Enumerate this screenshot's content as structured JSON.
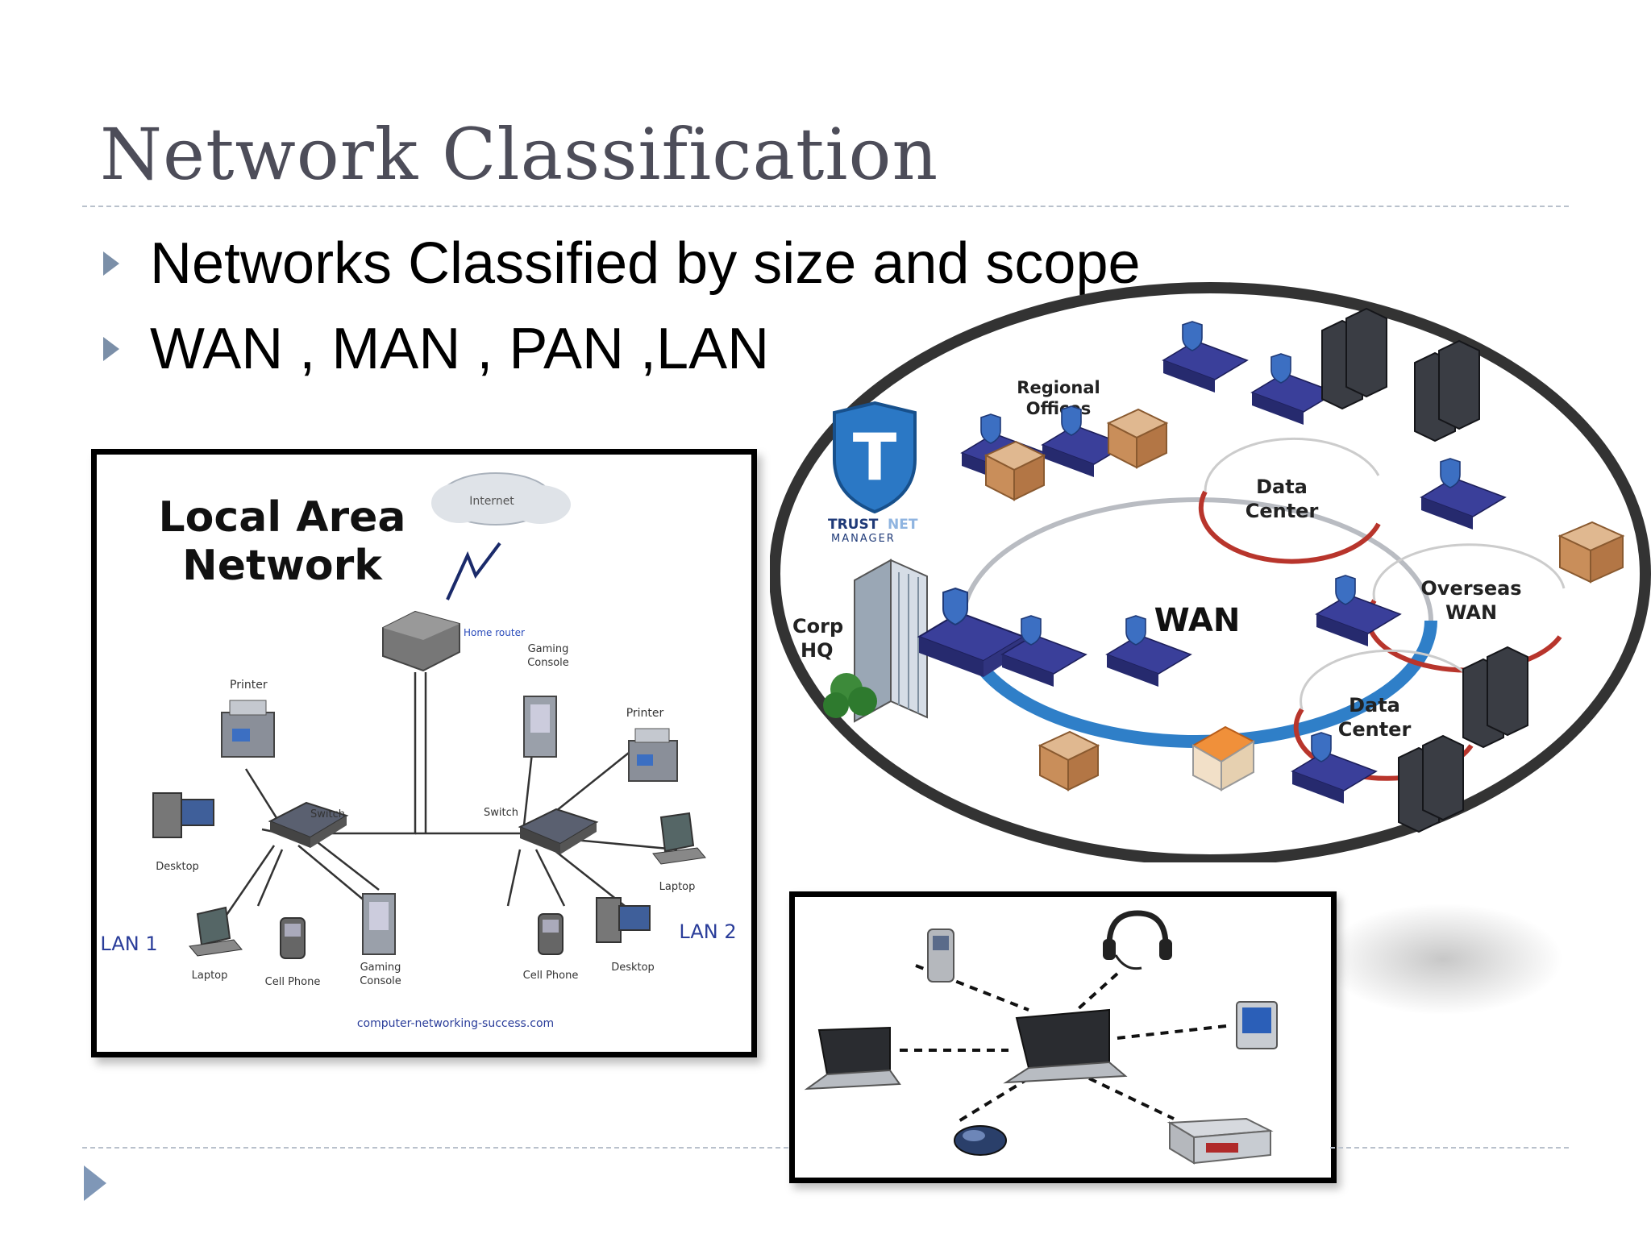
{
  "slide": {
    "title": "Network Classification",
    "bullets": [
      "Networks Classified by size and scope",
      "WAN , MAN , PAN ,LAN"
    ]
  },
  "lan_diagram": {
    "title_line1": "Local Area",
    "title_line2": "Network",
    "internet": "Internet",
    "router": "Home router",
    "gaming_console_top_1": "Gaming",
    "gaming_console_top_2": "Console",
    "printer_left": "Printer",
    "printer_right": "Printer",
    "switch_left": "Switch",
    "switch_right": "Switch",
    "desktop_left": "Desktop",
    "laptop_right": "Laptop",
    "lan1": "LAN 1",
    "lan2": "LAN 2",
    "laptop_left": "Laptop",
    "cell_phone_left": "Cell Phone",
    "gaming_console_bottom_1": "Gaming",
    "gaming_console_bottom_2": "Console",
    "cell_phone_right": "Cell Phone",
    "desktop_right": "Desktop",
    "source": "computer-networking-success.com"
  },
  "wan_diagram": {
    "wan": "WAN",
    "regional_offices_1": "Regional",
    "regional_offices_2": "Offices",
    "data_center_top_1": "Data",
    "data_center_top_2": "Center",
    "overseas_wan_1": "Overseas",
    "overseas_wan_2": "WAN",
    "data_center_bottom_1": "Data",
    "data_center_bottom_2": "Center",
    "corp_hq_1": "Corp",
    "corp_hq_2": "HQ",
    "brand_1": "TRUST",
    "brand_2": "NET",
    "brand_3": "MANAGER",
    "logo_letter": "T"
  },
  "colors": {
    "title": "#4d4d59",
    "bullet_marker": "#7b8fa8",
    "rule": "#b9c1cc",
    "wan_ring": "#2f7fc8",
    "dc_arc": "#b8352c",
    "router_blue": "#3a3f9a"
  }
}
